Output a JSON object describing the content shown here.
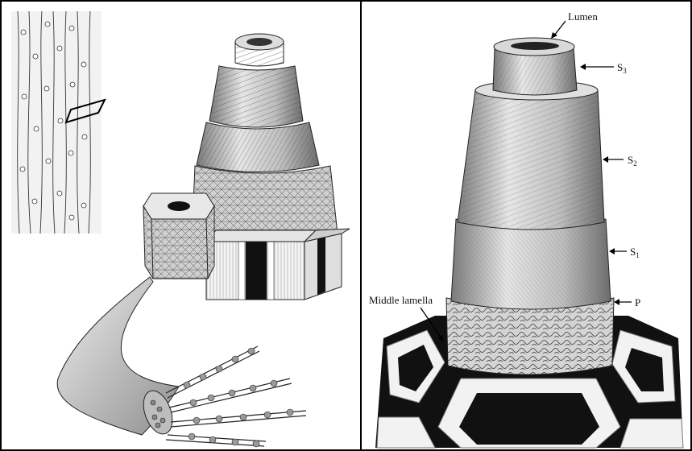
{
  "right_panel": {
    "labels": {
      "lumen": "Lumen",
      "s3_base": "S",
      "s3_sub": "3",
      "s2_base": "S",
      "s2_sub": "2",
      "s1_base": "S",
      "s1_sub": "1",
      "primary": "P",
      "middle_lamella": "Middle lamella"
    }
  },
  "colors": {
    "frame": "#000000",
    "background": "#ffffff",
    "fiber_light": "#dcdcdc",
    "fiber_mid": "#a9a9a9",
    "fiber_dark": "#555555",
    "lamella": "#111111"
  }
}
